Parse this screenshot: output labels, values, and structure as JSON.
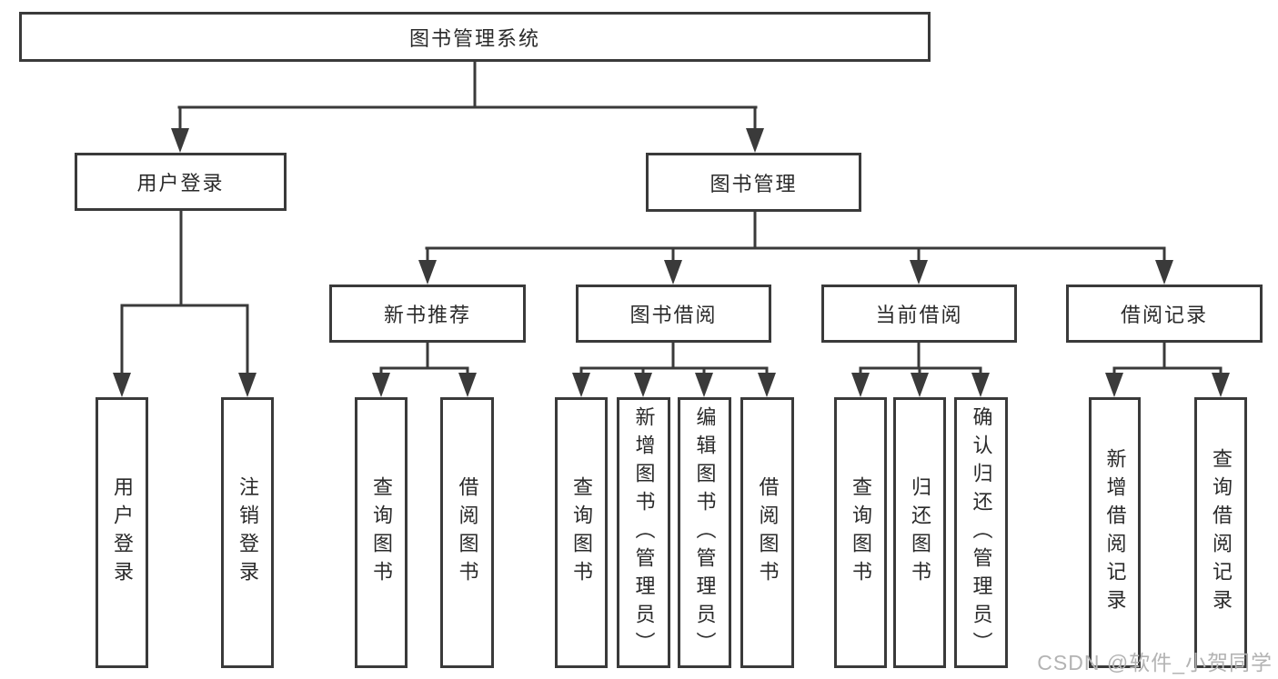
{
  "tree": {
    "root": {
      "label": "图书管理系统"
    },
    "branches": [
      {
        "label": "用户登录",
        "children": [
          {
            "label": "用户登录"
          },
          {
            "label": "注销登录"
          }
        ]
      },
      {
        "label": "图书管理",
        "children": [
          {
            "label": "新书推荐",
            "children": [
              {
                "label": "查询图书"
              },
              {
                "label": "借阅图书"
              }
            ]
          },
          {
            "label": "图书借阅",
            "children": [
              {
                "label": "查询图书"
              },
              {
                "label": "新增图书（管理员）"
              },
              {
                "label": "编辑图书（管理员）"
              },
              {
                "label": "借阅图书"
              }
            ]
          },
          {
            "label": "当前借阅",
            "children": [
              {
                "label": "查询图书"
              },
              {
                "label": "归还图书"
              },
              {
                "label": "确认归还（管理员）"
              }
            ]
          },
          {
            "label": "借阅记录",
            "children": [
              {
                "label": "新增借阅记录"
              },
              {
                "label": "查询借阅记录"
              }
            ]
          }
        ]
      }
    ]
  },
  "watermark": {
    "text": "CSDN @软件_小贺同学"
  },
  "colors": {
    "line": "#3a3a3a",
    "text": "#2a2a2a",
    "box_fill": "#ffffff",
    "watermark": "#b3b3b3",
    "background": "#ffffff"
  }
}
